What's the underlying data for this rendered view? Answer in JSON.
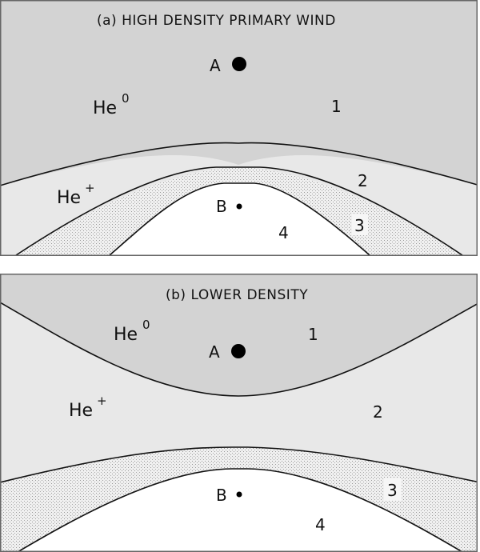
{
  "figure": {
    "panels": [
      {
        "id": "a",
        "title": "(a)  HIGH DENSITY PRIMARY WIND",
        "species": [
          {
            "base": "He",
            "superscript": "0"
          },
          {
            "base": "He",
            "superscript": "+"
          }
        ],
        "points": [
          {
            "label": "A",
            "marker": "large-dot"
          },
          {
            "label": "B",
            "marker": "small-dot"
          }
        ],
        "regions": [
          "1",
          "2",
          "3",
          "4"
        ]
      },
      {
        "id": "b",
        "title": "(b)  LOWER DENSITY",
        "species": [
          {
            "base": "He",
            "superscript": "0"
          },
          {
            "base": "He",
            "superscript": "+"
          }
        ],
        "points": [
          {
            "label": "A",
            "marker": "large-dot"
          },
          {
            "label": "B",
            "marker": "small-dot"
          }
        ],
        "regions": [
          "1",
          "2",
          "3",
          "4"
        ]
      }
    ],
    "colors": {
      "region1": "#d3d3d3",
      "region2": "#e8e8e8",
      "region3_stipple_bg": "#f2f2f2",
      "region3_stipple_dot": "#9a9a9a",
      "region4": "#ffffff",
      "outline": "#111111",
      "border": "#666666"
    }
  }
}
